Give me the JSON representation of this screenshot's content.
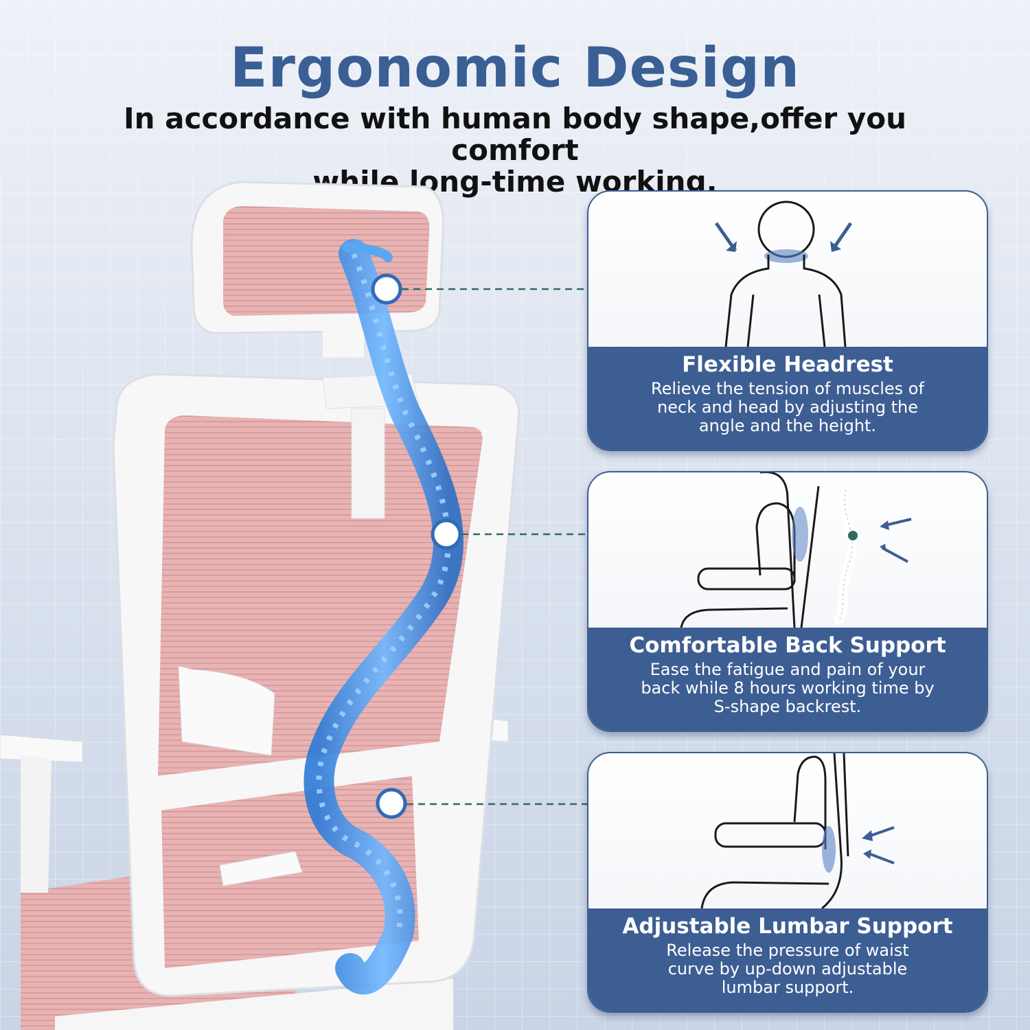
{
  "header": {
    "title": "Ergonomic Design",
    "subtitle_line1": "In accordance with human body shape,offer you comfort",
    "subtitle_line2": "while long-time working."
  },
  "features": [
    {
      "title": "Flexible Headrest",
      "desc": [
        "Relieve the tension of muscles of",
        "neck and head by adjusting the",
        "angle and the height."
      ],
      "icon": "neck-icon"
    },
    {
      "title": "Comfortable Back Support",
      "desc": [
        "Ease the fatigue and pain of your",
        "back while 8 hours working time by",
        "S-shape backrest."
      ],
      "icon": "backrest-icon"
    },
    {
      "title": "Adjustable Lumbar Support",
      "desc": [
        "Release the pressure of waist",
        "curve by up-down adjustable",
        "lumbar support."
      ],
      "icon": "lumbar-icon"
    }
  ],
  "colors": {
    "accent": "#3d5e93",
    "title": "#3a5f95",
    "mesh": "#e8b3b3",
    "spine": "#3f8fe0"
  }
}
